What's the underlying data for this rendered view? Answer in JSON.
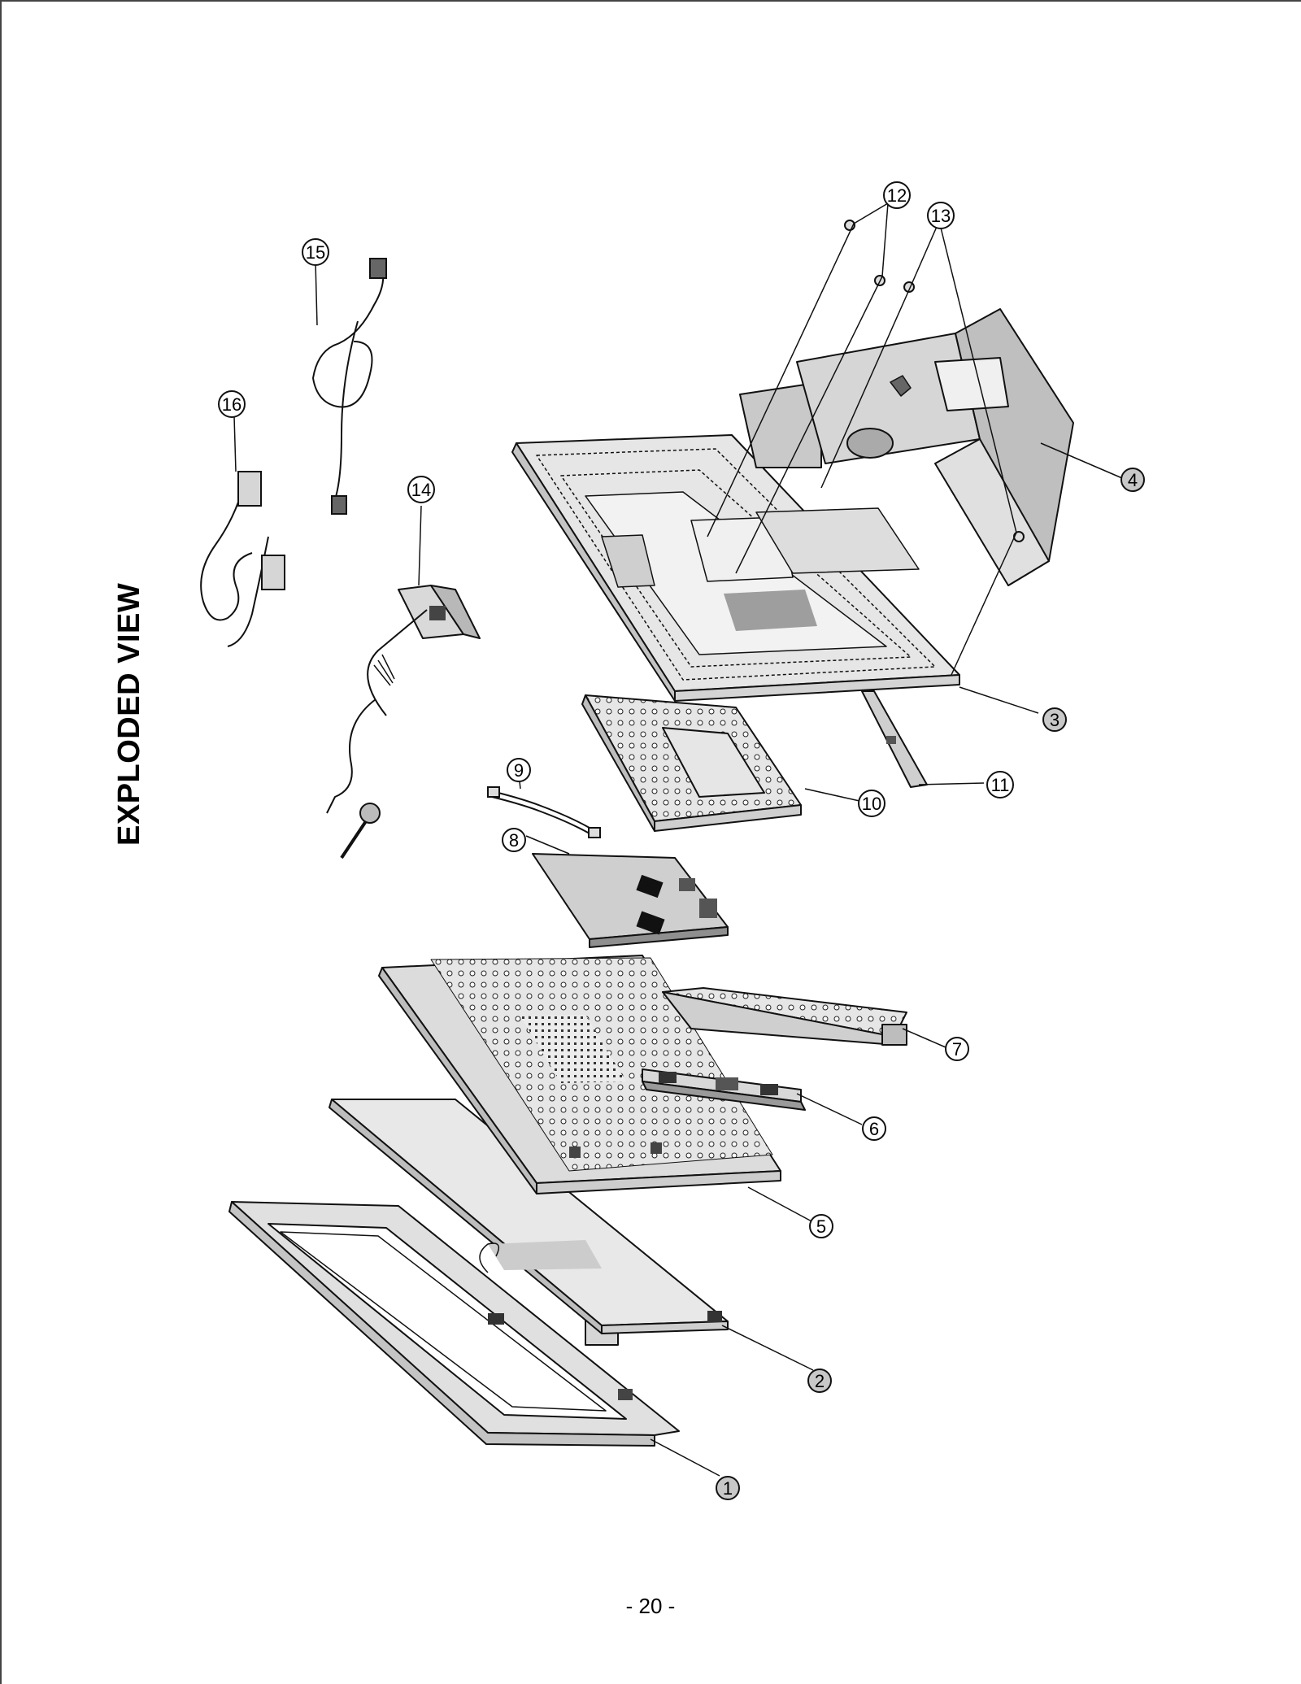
{
  "page": {
    "title": "EXPLODED VIEW",
    "page_number": "- 20 -"
  },
  "callouts": [
    {
      "label": "1",
      "shaded": true
    },
    {
      "label": "2",
      "shaded": true
    },
    {
      "label": "3",
      "shaded": true
    },
    {
      "label": "4",
      "shaded": true
    },
    {
      "label": "5",
      "shaded": false
    },
    {
      "label": "6",
      "shaded": false
    },
    {
      "label": "7",
      "shaded": false
    },
    {
      "label": "8",
      "shaded": false
    },
    {
      "label": "9",
      "shaded": false
    },
    {
      "label": "10",
      "shaded": false
    },
    {
      "label": "11",
      "shaded": false
    },
    {
      "label": "12",
      "shaded": false
    },
    {
      "label": "13",
      "shaded": false
    },
    {
      "label": "14",
      "shaded": false
    },
    {
      "label": "15",
      "shaded": false
    },
    {
      "label": "16",
      "shaded": false
    }
  ],
  "colors": {
    "line": "#111111",
    "part_fill": "#e4e4e4",
    "part_fill_dark": "#b9b9b9",
    "callout_shaded": "#c8c8c8",
    "callout_plain": "#ffffff"
  }
}
